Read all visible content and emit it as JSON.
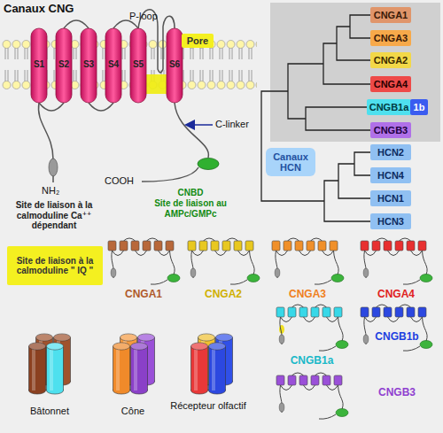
{
  "diagram": {
    "title": "Canaux CNG",
    "nodes": [
      {
        "text": [
          "CNGA1"
        ]
      },
      {
        "text": [
          "CNGA3"
        ]
      },
      {
        "text": [
          "CNGA2"
        ]
      },
      {
        "text": [
          "CNGA4"
        ]
      },
      {
        "text": [
          "CNGB1a"
        ]
      },
      {
        "text": [
          "1b"
        ]
      },
      {
        "text": [
          "CNGB3"
        ]
      },
      {
        "text": [
          "Canaux HCN"
        ]
      },
      {
        "text": [
          "HCN2"
        ]
      },
      {
        "text": [
          "HCN4"
        ]
      },
      {
        "text": [
          "HCN1"
        ]
      },
      {
        "text": [
          "HCN3"
        ]
      },
      {
        "text": [
          "Pore"
        ]
      },
      {
        "text": [
          "Site de liaison à la calmoduline \" IQ \""
        ]
      }
    ],
    "labels": [
      "P-loop",
      "S1",
      "S2",
      "S3",
      "S4",
      "S5",
      "S6",
      "C-linker",
      "NH₂",
      "COOH",
      "Site de liaison à la calmoduline Ca⁺⁺ dépendant",
      "CNBD",
      "Site de liaison au AMPc/GMPc",
      "CNGA1",
      "CNGA2",
      "CNGA3",
      "CNGA4",
      "CNGB1a",
      "CNGB1b",
      "CNGB3",
      "Bâtonnet",
      "Cône",
      "Récepteur olfactif"
    ]
  }
}
